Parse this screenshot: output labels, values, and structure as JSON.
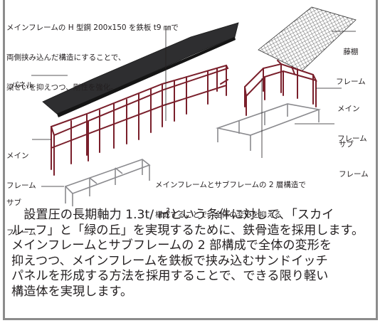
{
  "labels": {
    "top_note": [
      "メインフレームの H 型鋼 200x150 を鉄板 t9 ㎜で",
      "両側挟み込んだ構造にすることで、",
      "梁せいを抑えつつ、剛性を強化。"
    ],
    "trellis": [
      "藤棚",
      "フレーム"
    ],
    "panel": "パネル",
    "main_frame_left": [
      "メイン",
      "フレーム"
    ],
    "main_frame_right": [
      "メイン",
      "フレーム"
    ],
    "sub_frame_right": [
      "サブ",
      "フレーム"
    ],
    "sub_frame_left": [
      "サブ",
      "フレーム"
    ],
    "two_layer_note": [
      "メインフレームとサブフレームの 2 層構造で",
      "構成することで、全体の変形を抑える"
    ]
  },
  "body_text": [
    "　設置圧の長期軸力 1.3t/ ㎡という条件に対して、「スカイ",
    "ルーフ」と「緑の丘」を実現するために、鉄骨造を採用します。",
    "メインフレームとサブフレームの 2 部構成で全体の変形を",
    "抑えつつ、メインフレームを鉄板で挟み込むサンドイッチ",
    "パネルを形成する方法を採用することで、できる限り軽い",
    "構造体を実現します。"
  ],
  "colors": {
    "main_frame": "#7a1f2b",
    "sub_frame": "#8a8a8e",
    "panel": "#2e2e30",
    "border": "#8c8c8c"
  }
}
